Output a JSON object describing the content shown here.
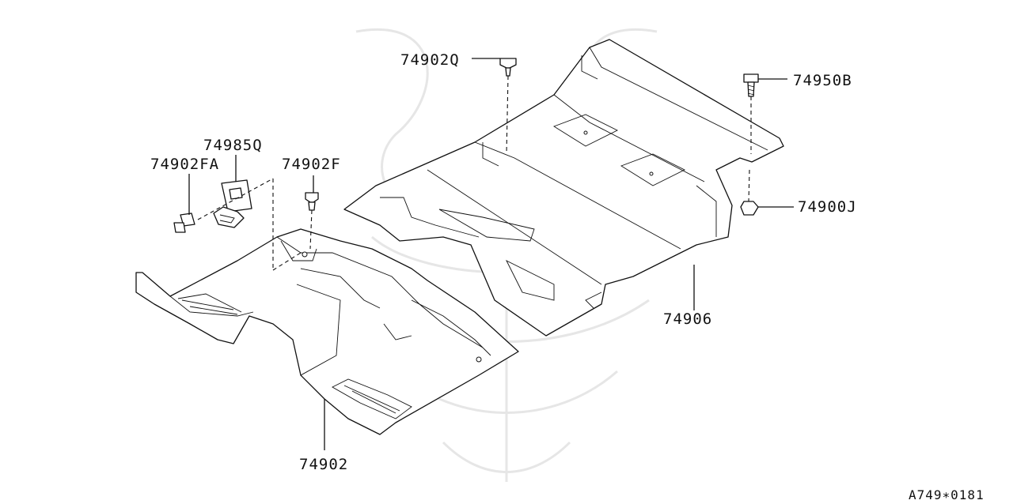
{
  "colors": {
    "line": "#111111",
    "background": "#ffffff",
    "watermark": "#e6e6e6"
  },
  "callouts": {
    "p74902Q": "74902Q",
    "p74950B": "74950B",
    "p74985Q": "74985Q",
    "p74902FA": "74902FA",
    "p74902F": "74902F",
    "p74900J": "74900J",
    "p74906": "74906",
    "p74902": "74902"
  },
  "diagram_code": "A749∗0181"
}
